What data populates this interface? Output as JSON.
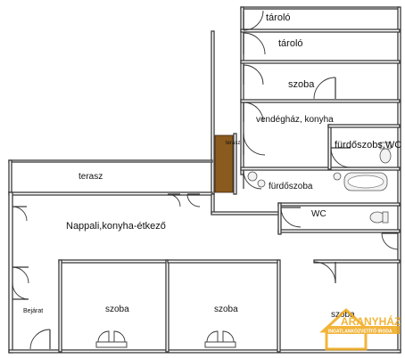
{
  "rooms": {
    "taroló_1": "tároló",
    "taroló_2": "tároló",
    "szoba_upper": "szoba",
    "vendeghaz": "vendégház, konyha",
    "terasz_small": "terasz",
    "furdoszoba_wc": "fürdőszobs,WC",
    "furdoszoba": "fürdőszoba",
    "terasz_main": "terasz",
    "wc": "WC",
    "nappali": "Nappali,konyha-étkező",
    "szoba_left": "szoba",
    "szoba_middle": "szoba",
    "szoba_right": "szoba",
    "bejarat": "Bejárat"
  },
  "logo": {
    "name": "ARANYHÁZ",
    "tagline": "INGATLANKÖZVETÍTŐ IRODA",
    "color": "#f0a818"
  },
  "colors": {
    "chimney": "#8b5a1e",
    "wall": "#3a3a3a"
  }
}
